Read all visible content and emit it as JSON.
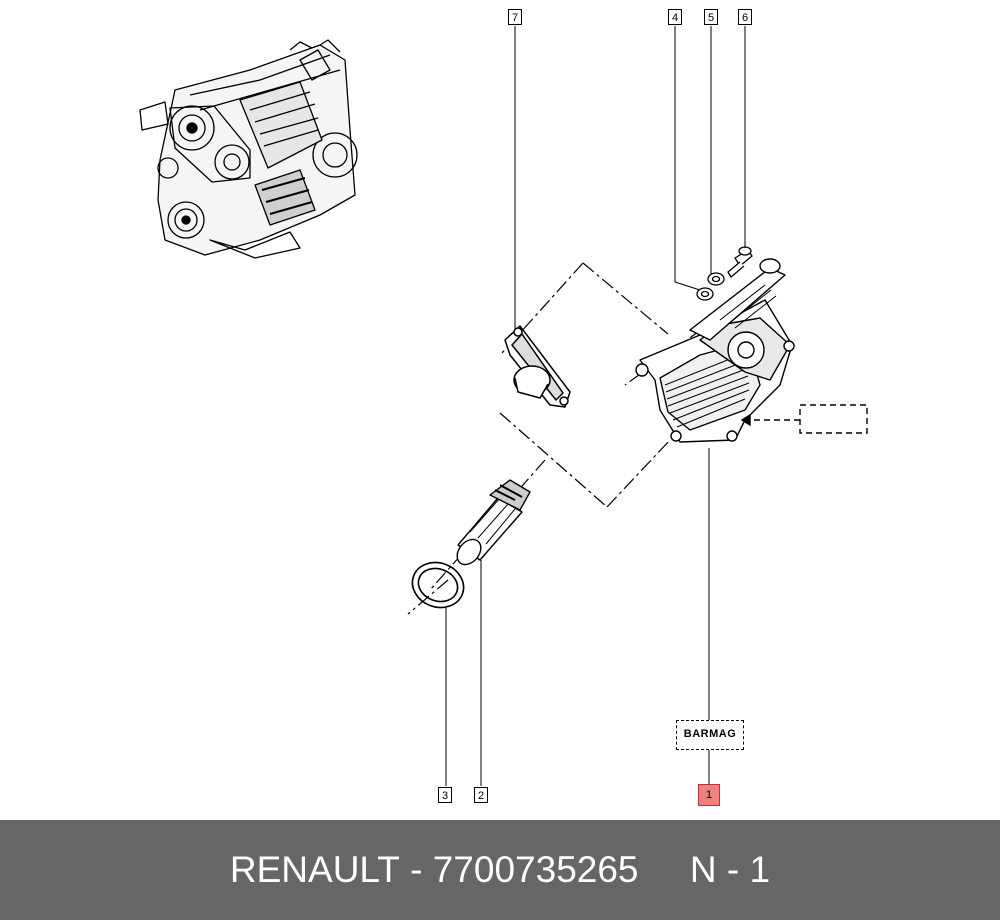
{
  "callouts": {
    "c1": "1",
    "c2": "2",
    "c3": "3",
    "c4": "4",
    "c5": "5",
    "c6": "6",
    "c7": "7"
  },
  "barmag_label": "BARMAG",
  "footer": {
    "brand": "RENAULT",
    "sep": " - ",
    "part_number": "7700735265",
    "note": "N - 1"
  },
  "colors": {
    "footer_bg": "#666666",
    "highlight": "#f08080",
    "line": "#000000"
  }
}
